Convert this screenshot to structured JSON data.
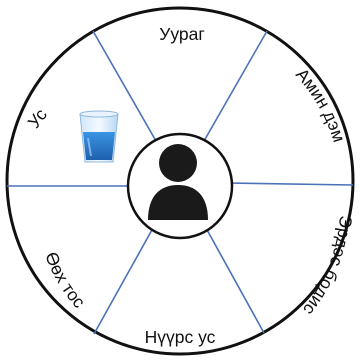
{
  "nutrients": {
    "protein": "Уураг",
    "vitamins": "Амин дэм",
    "minerals": "Эрдэс бодис",
    "carbohydrates": "Нүүрс ус",
    "fat": "Өөх тос",
    "water": "Ус"
  },
  "icons": {
    "center": "person-silhouette-icon",
    "water": "water-glass-icon"
  },
  "colors": {
    "outer_ring": "#111111",
    "divider": "#4a72b8",
    "person": "#1a1a1a",
    "glass_water": "#2f86d8"
  }
}
